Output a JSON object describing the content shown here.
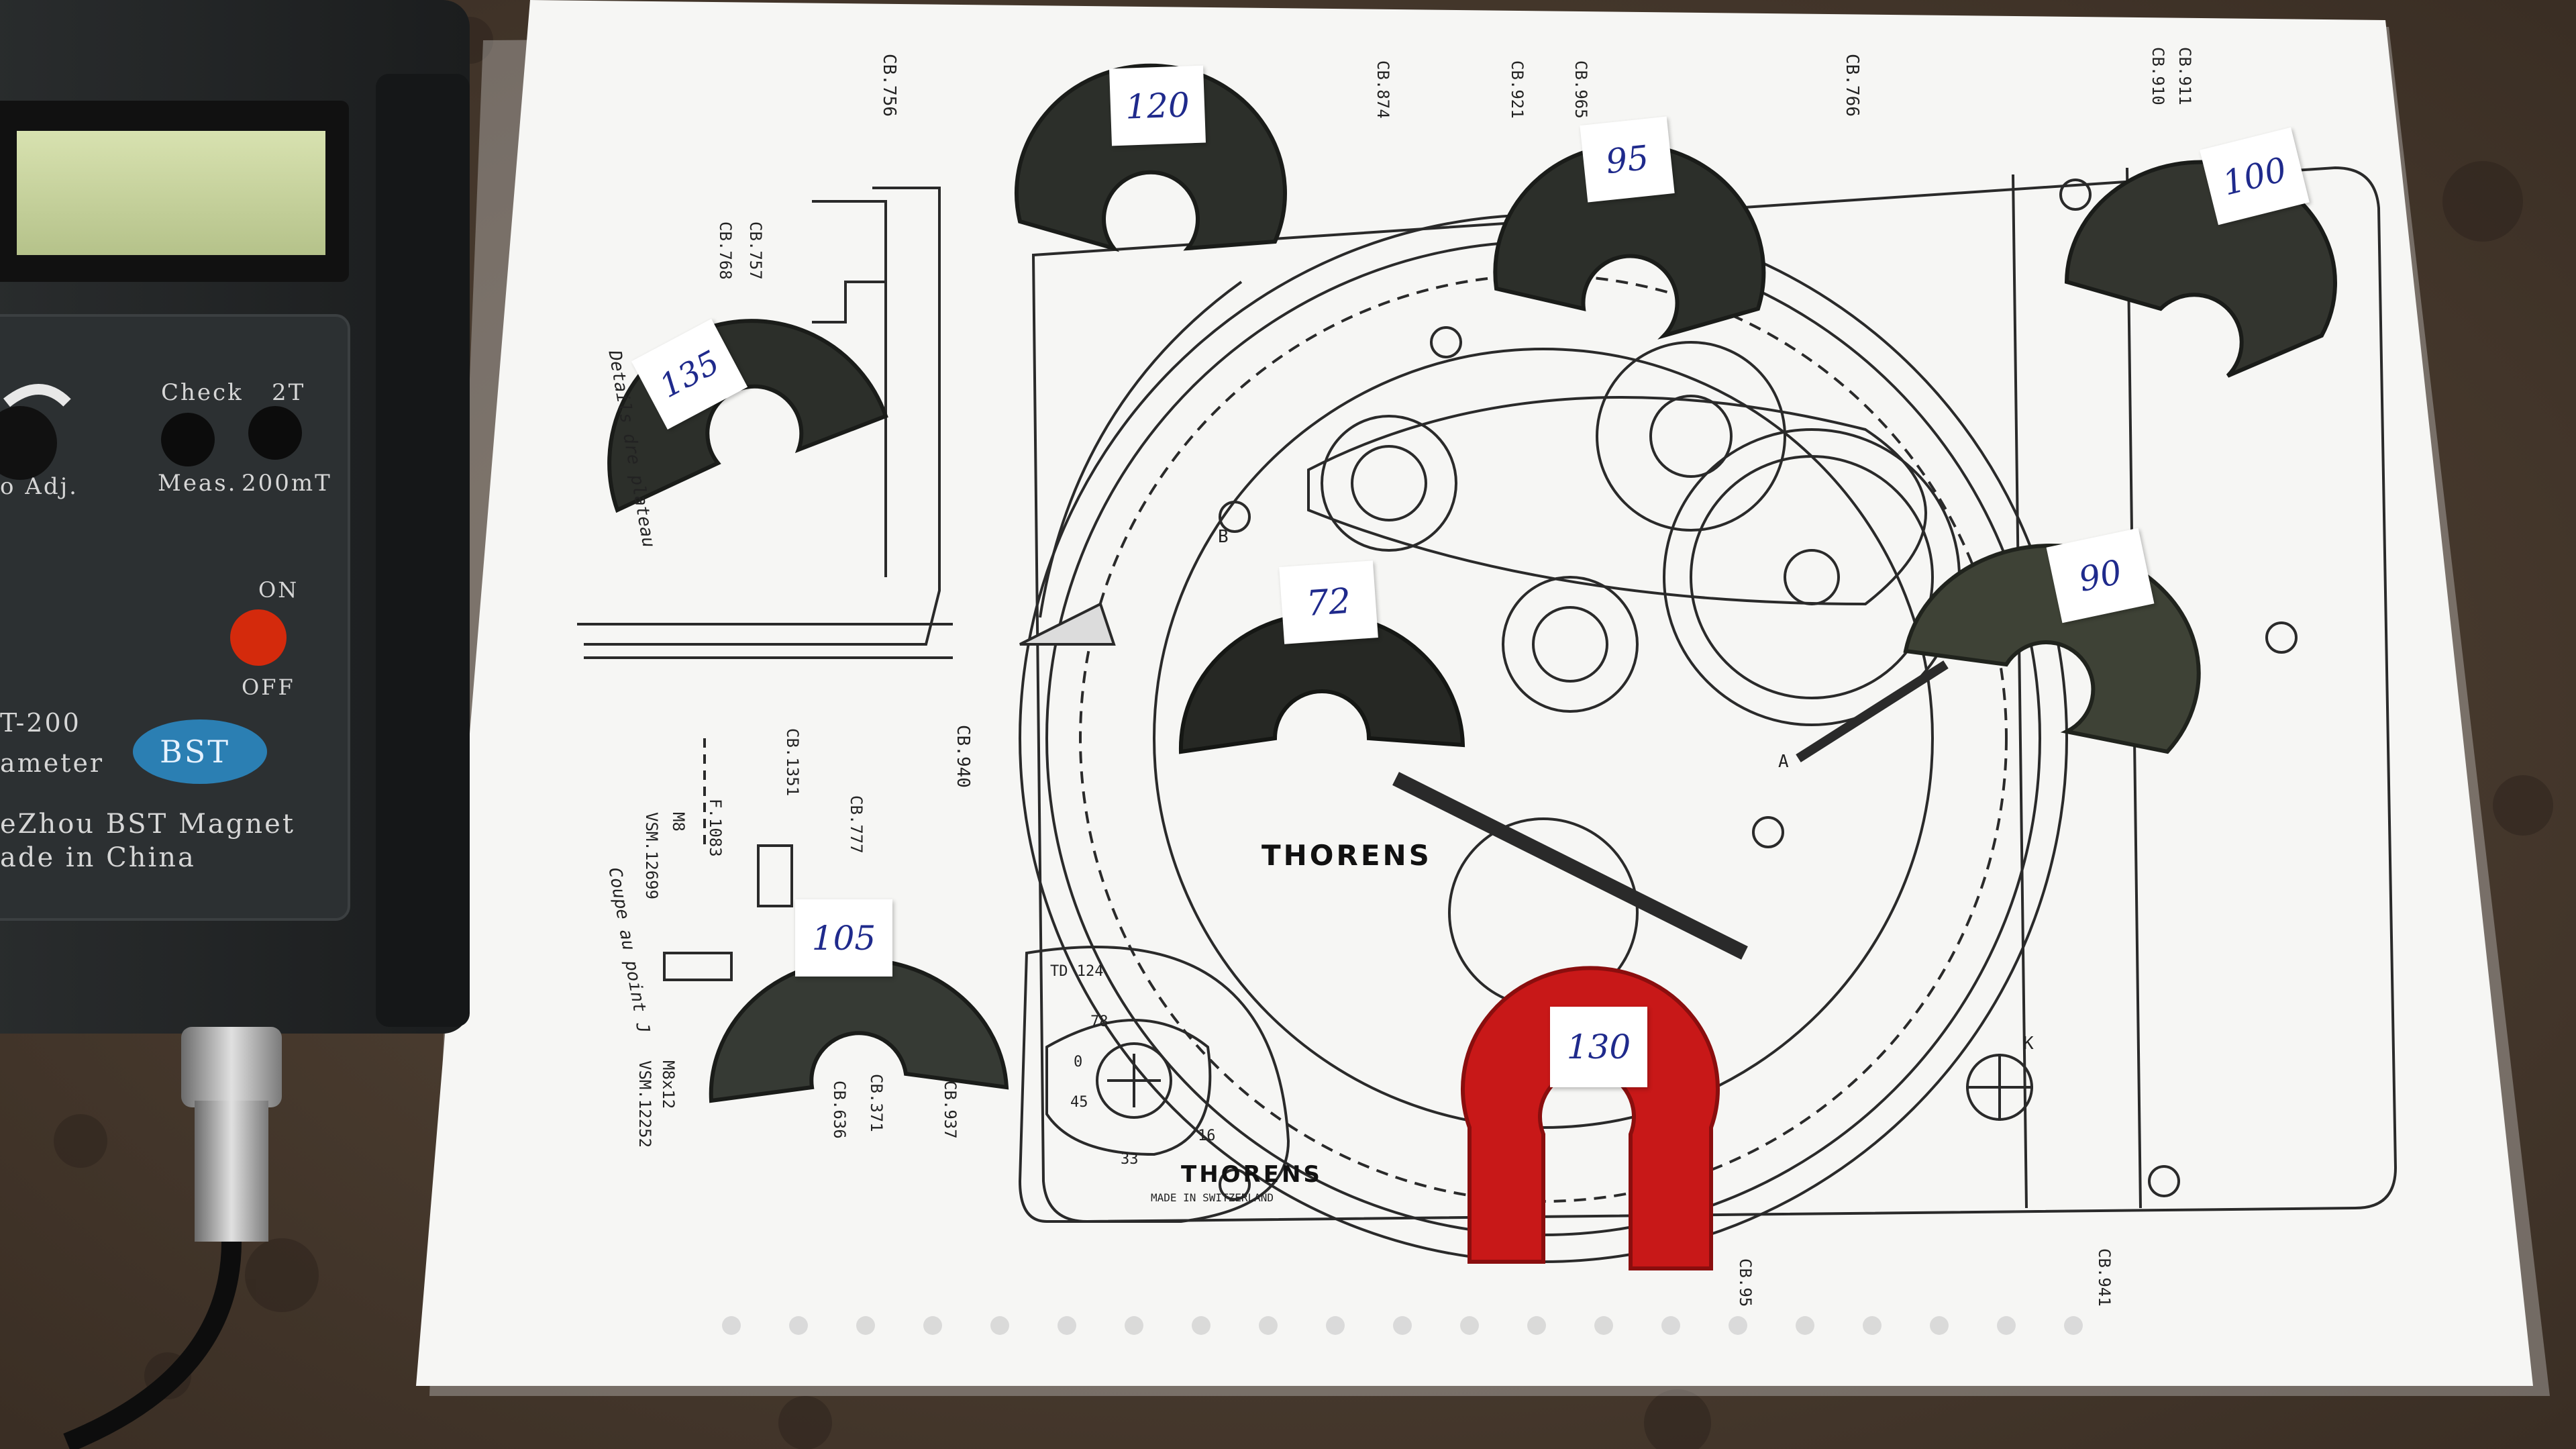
{
  "meter": {
    "check_label": "Check",
    "range_2t_label": "2T",
    "meas_label": "Meas.",
    "range_200mt_label": "200mT",
    "zero_adj_label": "o Adj.",
    "on_label": "ON",
    "off_label": "OFF",
    "model_label": "T-200",
    "type_label": "ameter",
    "brand_badge": "BST",
    "maker_line1": "eZhou BST Magnet",
    "maker_line2": "ade in China"
  },
  "magnets": [
    {
      "label": "120",
      "color": "#2c2f2a"
    },
    {
      "label": "95",
      "color": "#2c2f2a"
    },
    {
      "label": "100",
      "color": "#2c2f2a"
    },
    {
      "label": "135",
      "color": "#2c2f2a"
    },
    {
      "label": "72",
      "color": "#2c2f2a"
    },
    {
      "label": "90",
      "color": "#2c2f2a"
    },
    {
      "label": "105",
      "color": "#2c2f2a"
    },
    {
      "label": "130",
      "color": "#c81818"
    }
  ],
  "drawing": {
    "brand": "THORENS",
    "brand_bottom": "THORENS",
    "made_in": "MADE IN SWITZERLAND",
    "model": "TD 124",
    "codes": {
      "cb756": "CB.756",
      "cb757": "CB.757",
      "cb768": "CB.768",
      "cb874": "CB.874",
      "cb921": "CB.921",
      "cb965": "CB.965",
      "cb766": "CB.766",
      "cb910": "CB.910",
      "cb911": "CB.911",
      "cb940": "CB.940",
      "cb1351": "CB.1351",
      "cb777": "CB.777",
      "cb371": "CB.371",
      "cb937": "CB.937",
      "cb636": "CB.636",
      "cb941": "CB.941",
      "cb95": "CB.95",
      "vsm12699": "VSM.12699",
      "vsm12252": "VSM.12252",
      "f1083": "F.1083",
      "m8": "M8",
      "m8x12": "M8x12",
      "details": "Details dre plateau",
      "coupe": "Coupe au point J",
      "scale_78": "78",
      "scale_45": "45",
      "scale_33": "33",
      "scale_16": "16",
      "scale_0": "0",
      "letter_b": "B",
      "letter_k": "K",
      "letter_a": "A"
    }
  }
}
